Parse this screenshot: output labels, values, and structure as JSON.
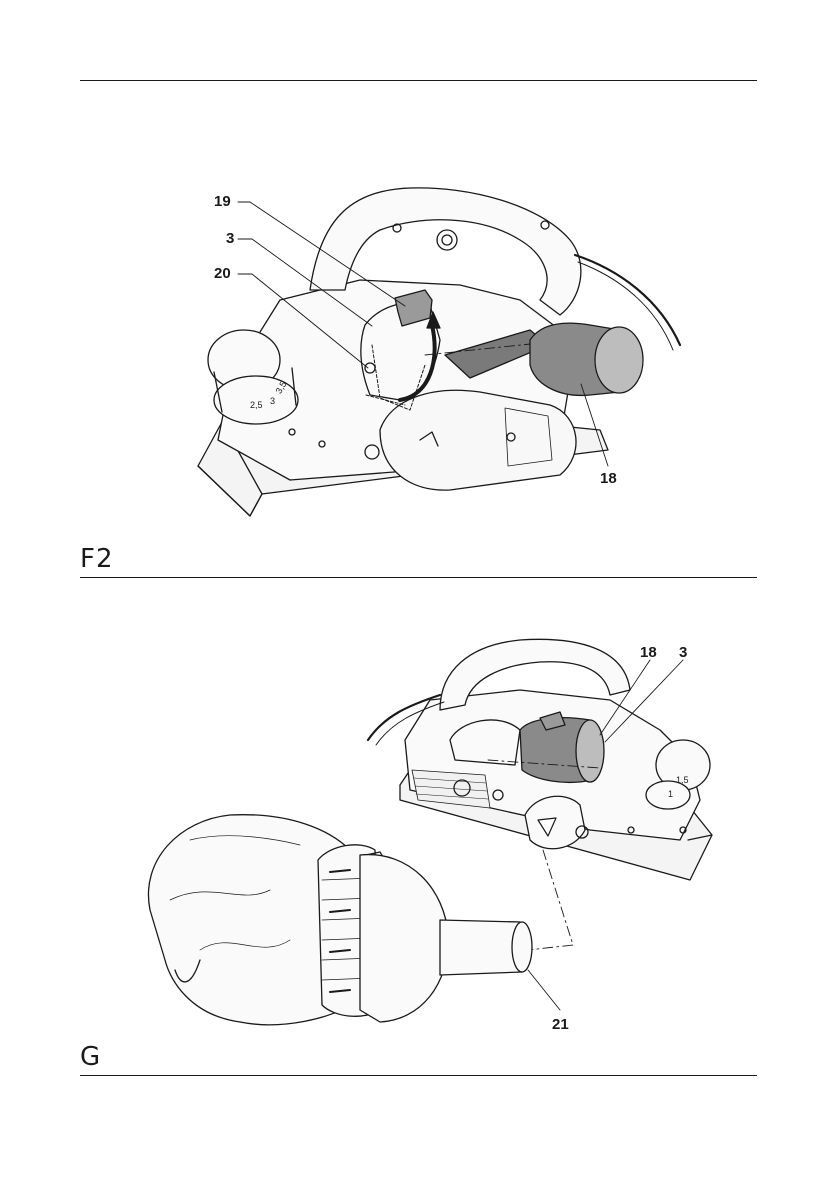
{
  "figures": [
    {
      "label": "F2",
      "callouts": {
        "c19": "19",
        "c3": "3",
        "c20": "20",
        "c18": "18"
      },
      "dial_ticks": [
        "2,5",
        "3",
        "3,5"
      ]
    },
    {
      "label": "G",
      "callouts": {
        "c18": "18",
        "c3": "3",
        "c21": "21"
      },
      "dial_ticks": [
        "1",
        "1,5"
      ]
    }
  ],
  "icons": [
    "rotation-arrow-icon",
    "down-arrow-icon"
  ]
}
